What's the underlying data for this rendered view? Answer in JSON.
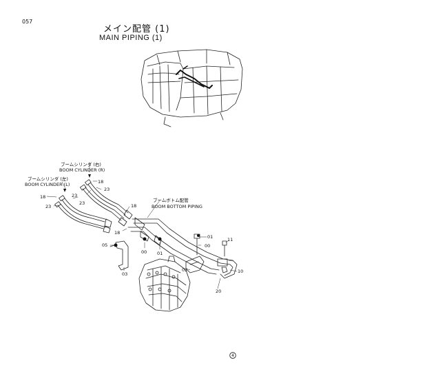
{
  "header": {
    "page_code": "057",
    "title_jp": "メイン配管 (1)",
    "title_en": "MAIN  PIPING  (1)"
  },
  "labels": {
    "boom_cyl_r_jp": "ブームシリンダ (右)",
    "boom_cyl_r_en": "BOOM CYLINDER (R)",
    "boom_cyl_l_jp": "ブームシリンダ (左)",
    "boom_cyl_l_en": "BOOM CYLINDER (L)",
    "boom_bottom_jp": "ブームボトム配管",
    "boom_bottom_en": "BOOM BOTTOM PIPING"
  },
  "part_numbers": {
    "p18a": "18",
    "p23a": "23",
    "p23b": "23",
    "p18b": "18",
    "p23c": "23",
    "p23d": "23",
    "p18c": "18",
    "p18d": "18",
    "p05": "05",
    "p03": "03",
    "p00a": "00",
    "p01a": "01",
    "p01b": "01",
    "p00b": "00",
    "p02": "02",
    "p11": "11",
    "p10": "10",
    "p20": "20"
  },
  "footer": {
    "mark": "4"
  }
}
